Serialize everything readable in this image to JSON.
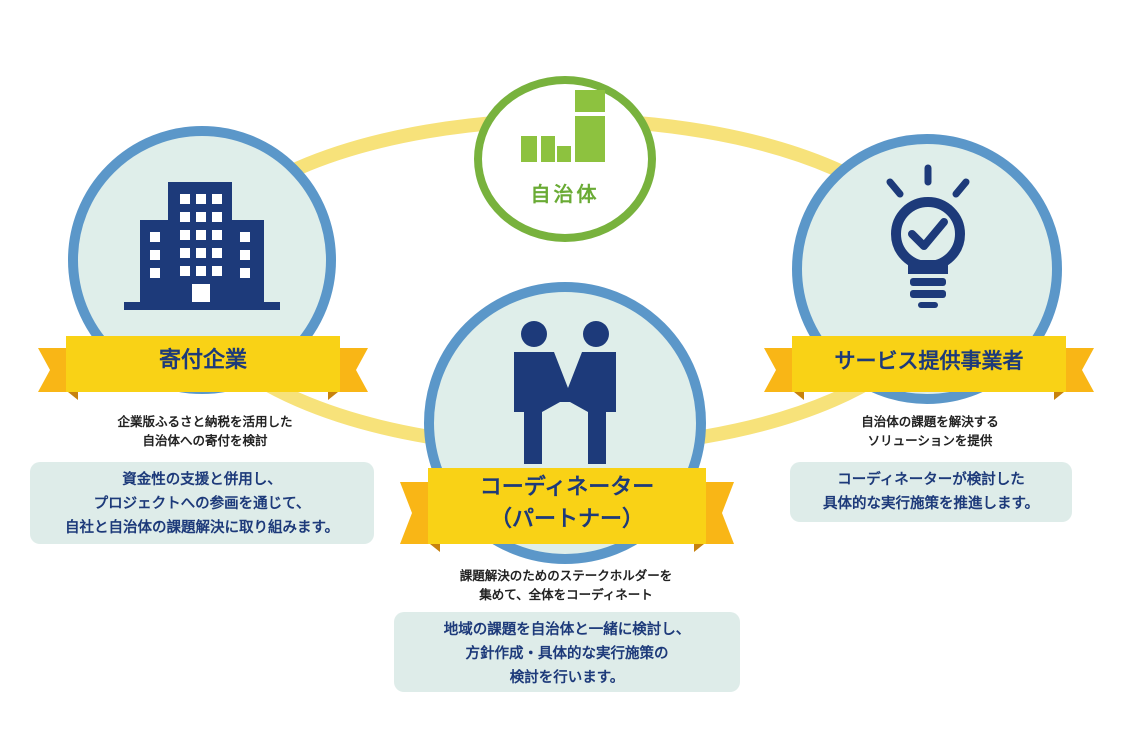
{
  "center": {
    "label": "自治体"
  },
  "left": {
    "title": "寄付企業",
    "caption": [
      "企業版ふるさと納税を活用した",
      "自治体への寄付を検討"
    ],
    "box": [
      "資金性の支援と併用し、",
      "プロジェクトへの参画を通じて、",
      "自社と自治体の課題解決に取り組みます。"
    ]
  },
  "middle": {
    "title": [
      "コーディネーター",
      "（パートナー）"
    ],
    "caption": [
      "課題解決のためのステークホルダーを",
      "集めて、全体をコーディネート"
    ],
    "box": [
      "地域の課題を自治体と一緒に検討し、",
      "方針作成・具体的な実行施策の",
      "検討を行います。"
    ]
  },
  "right": {
    "title": "サービス提供事業者",
    "caption": [
      "自治体の課題を解決する",
      "ソリューションを提供"
    ],
    "box": [
      "コーディネーターが検討した",
      "具体的な実行施策を推進します。"
    ]
  },
  "colors": {
    "ring": "#f7e27a",
    "circle_border": "#5b97c9",
    "circle_fill": "#dfeeea",
    "top_border": "#78b23d",
    "banner": "#f9d216",
    "navy": "#1d3a7a",
    "green": "#78b23d"
  },
  "icons": {
    "left": "office-building-icon",
    "middle": "handshake-people-icon",
    "right": "lightbulb-check-icon",
    "top": "municipality-blocks-icon"
  }
}
